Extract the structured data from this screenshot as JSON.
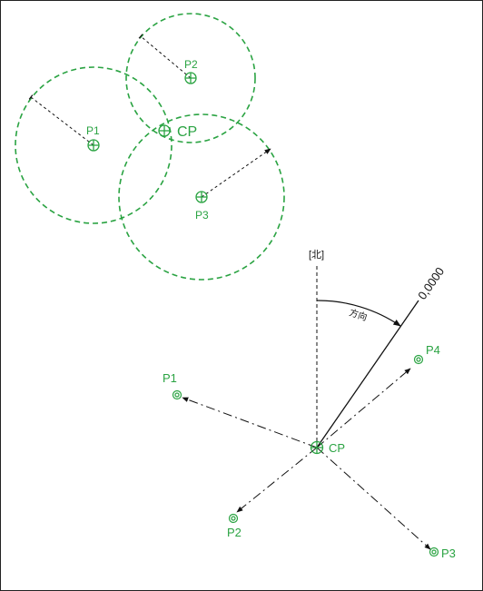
{
  "colors": {
    "green": "#2aa342",
    "line": "#111111"
  },
  "top_diagram": {
    "center_point": {
      "label": "CP"
    },
    "points": [
      {
        "label": "P1"
      },
      {
        "label": "P2"
      },
      {
        "label": "P3"
      }
    ]
  },
  "bottom_diagram": {
    "north_label": "[北]",
    "direction_label": "方向",
    "direction_value": "0,0000",
    "center_point": {
      "label": "CP"
    },
    "points": [
      {
        "label": "P1"
      },
      {
        "label": "P2"
      },
      {
        "label": "P3"
      },
      {
        "label": "P4"
      }
    ]
  }
}
